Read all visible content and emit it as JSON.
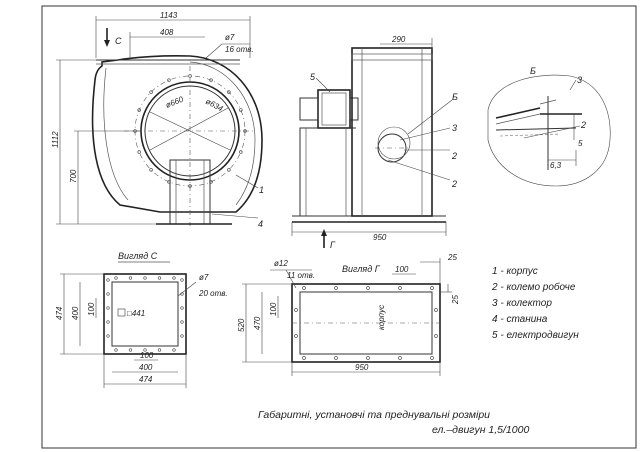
{
  "front": {
    "dim_width": "1143",
    "dim_408": "408",
    "dim_1112": "1112",
    "dim_700": "700",
    "section_c": "C",
    "hole_dia": "ø7",
    "hole_count": "16 отв.",
    "dia_660": "ø660",
    "dia_634": "ø634",
    "callout_1": "1",
    "callout_4": "4"
  },
  "side": {
    "dim_290": "290",
    "dim_950": "950",
    "label_b": "Б",
    "section_g": "Г",
    "callout_5": "5",
    "callout_3": "3",
    "callout_2a": "2",
    "callout_2b": "2"
  },
  "detail_b": {
    "title": "Б",
    "callout_3": "3",
    "callout_2": "2",
    "dim_5": "5",
    "dim_63": "6,3"
  },
  "view_c": {
    "title": "Вигляд С",
    "dim_474_side": "474",
    "dim_400_side": "400",
    "dim_100_side": "100",
    "square_label": "□441",
    "hole_dia": "ø7",
    "hole_count": "20 отв.",
    "dim_100_bottom": "100",
    "dim_400_bottom": "400",
    "dim_474_bottom": "474"
  },
  "view_g": {
    "title": "Вигляд Г",
    "hole_dia": "ø12",
    "hole_count": "11 отв.",
    "dim_100_top": "100",
    "dim_25_top": "25",
    "dim_25_side": "25",
    "dim_520": "520",
    "dim_470": "470",
    "dim_100_left": "100",
    "dim_950": "950",
    "body_label": "корпус"
  },
  "legend": [
    "1 - корпус",
    "2 - колемо робоче",
    "3 - колектор",
    "4 - станина",
    "5 - електродвигун"
  ],
  "caption": {
    "line1": "Габаритні, установчі та преднувальні розміри",
    "line2": "ел.–двигун 1,5/1000"
  }
}
